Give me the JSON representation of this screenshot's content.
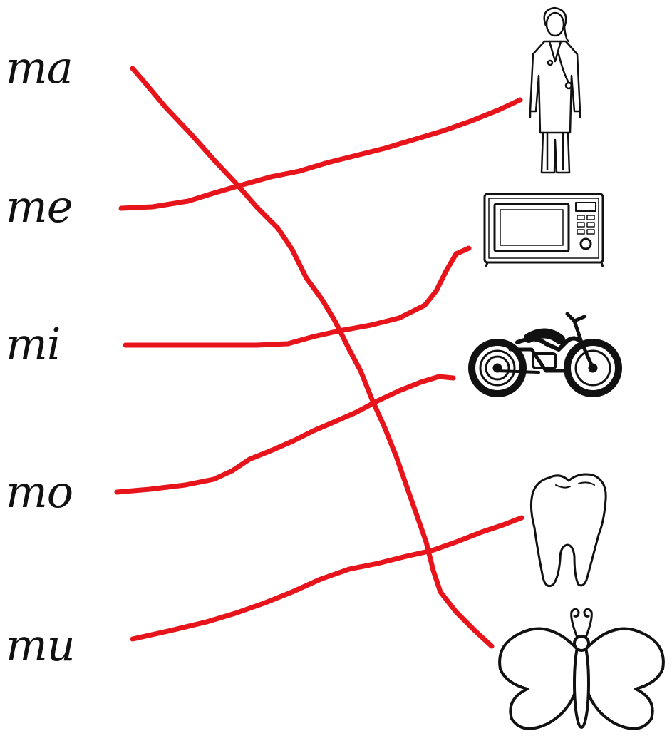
{
  "worksheet": {
    "syllables": [
      "ma",
      "me",
      "mi",
      "mo",
      "mu"
    ],
    "pictures": [
      "doctor-icon",
      "microwave-icon",
      "motorcycle-icon",
      "tooth-icon",
      "butterfly-icon"
    ],
    "line_color": "#e8141c"
  }
}
